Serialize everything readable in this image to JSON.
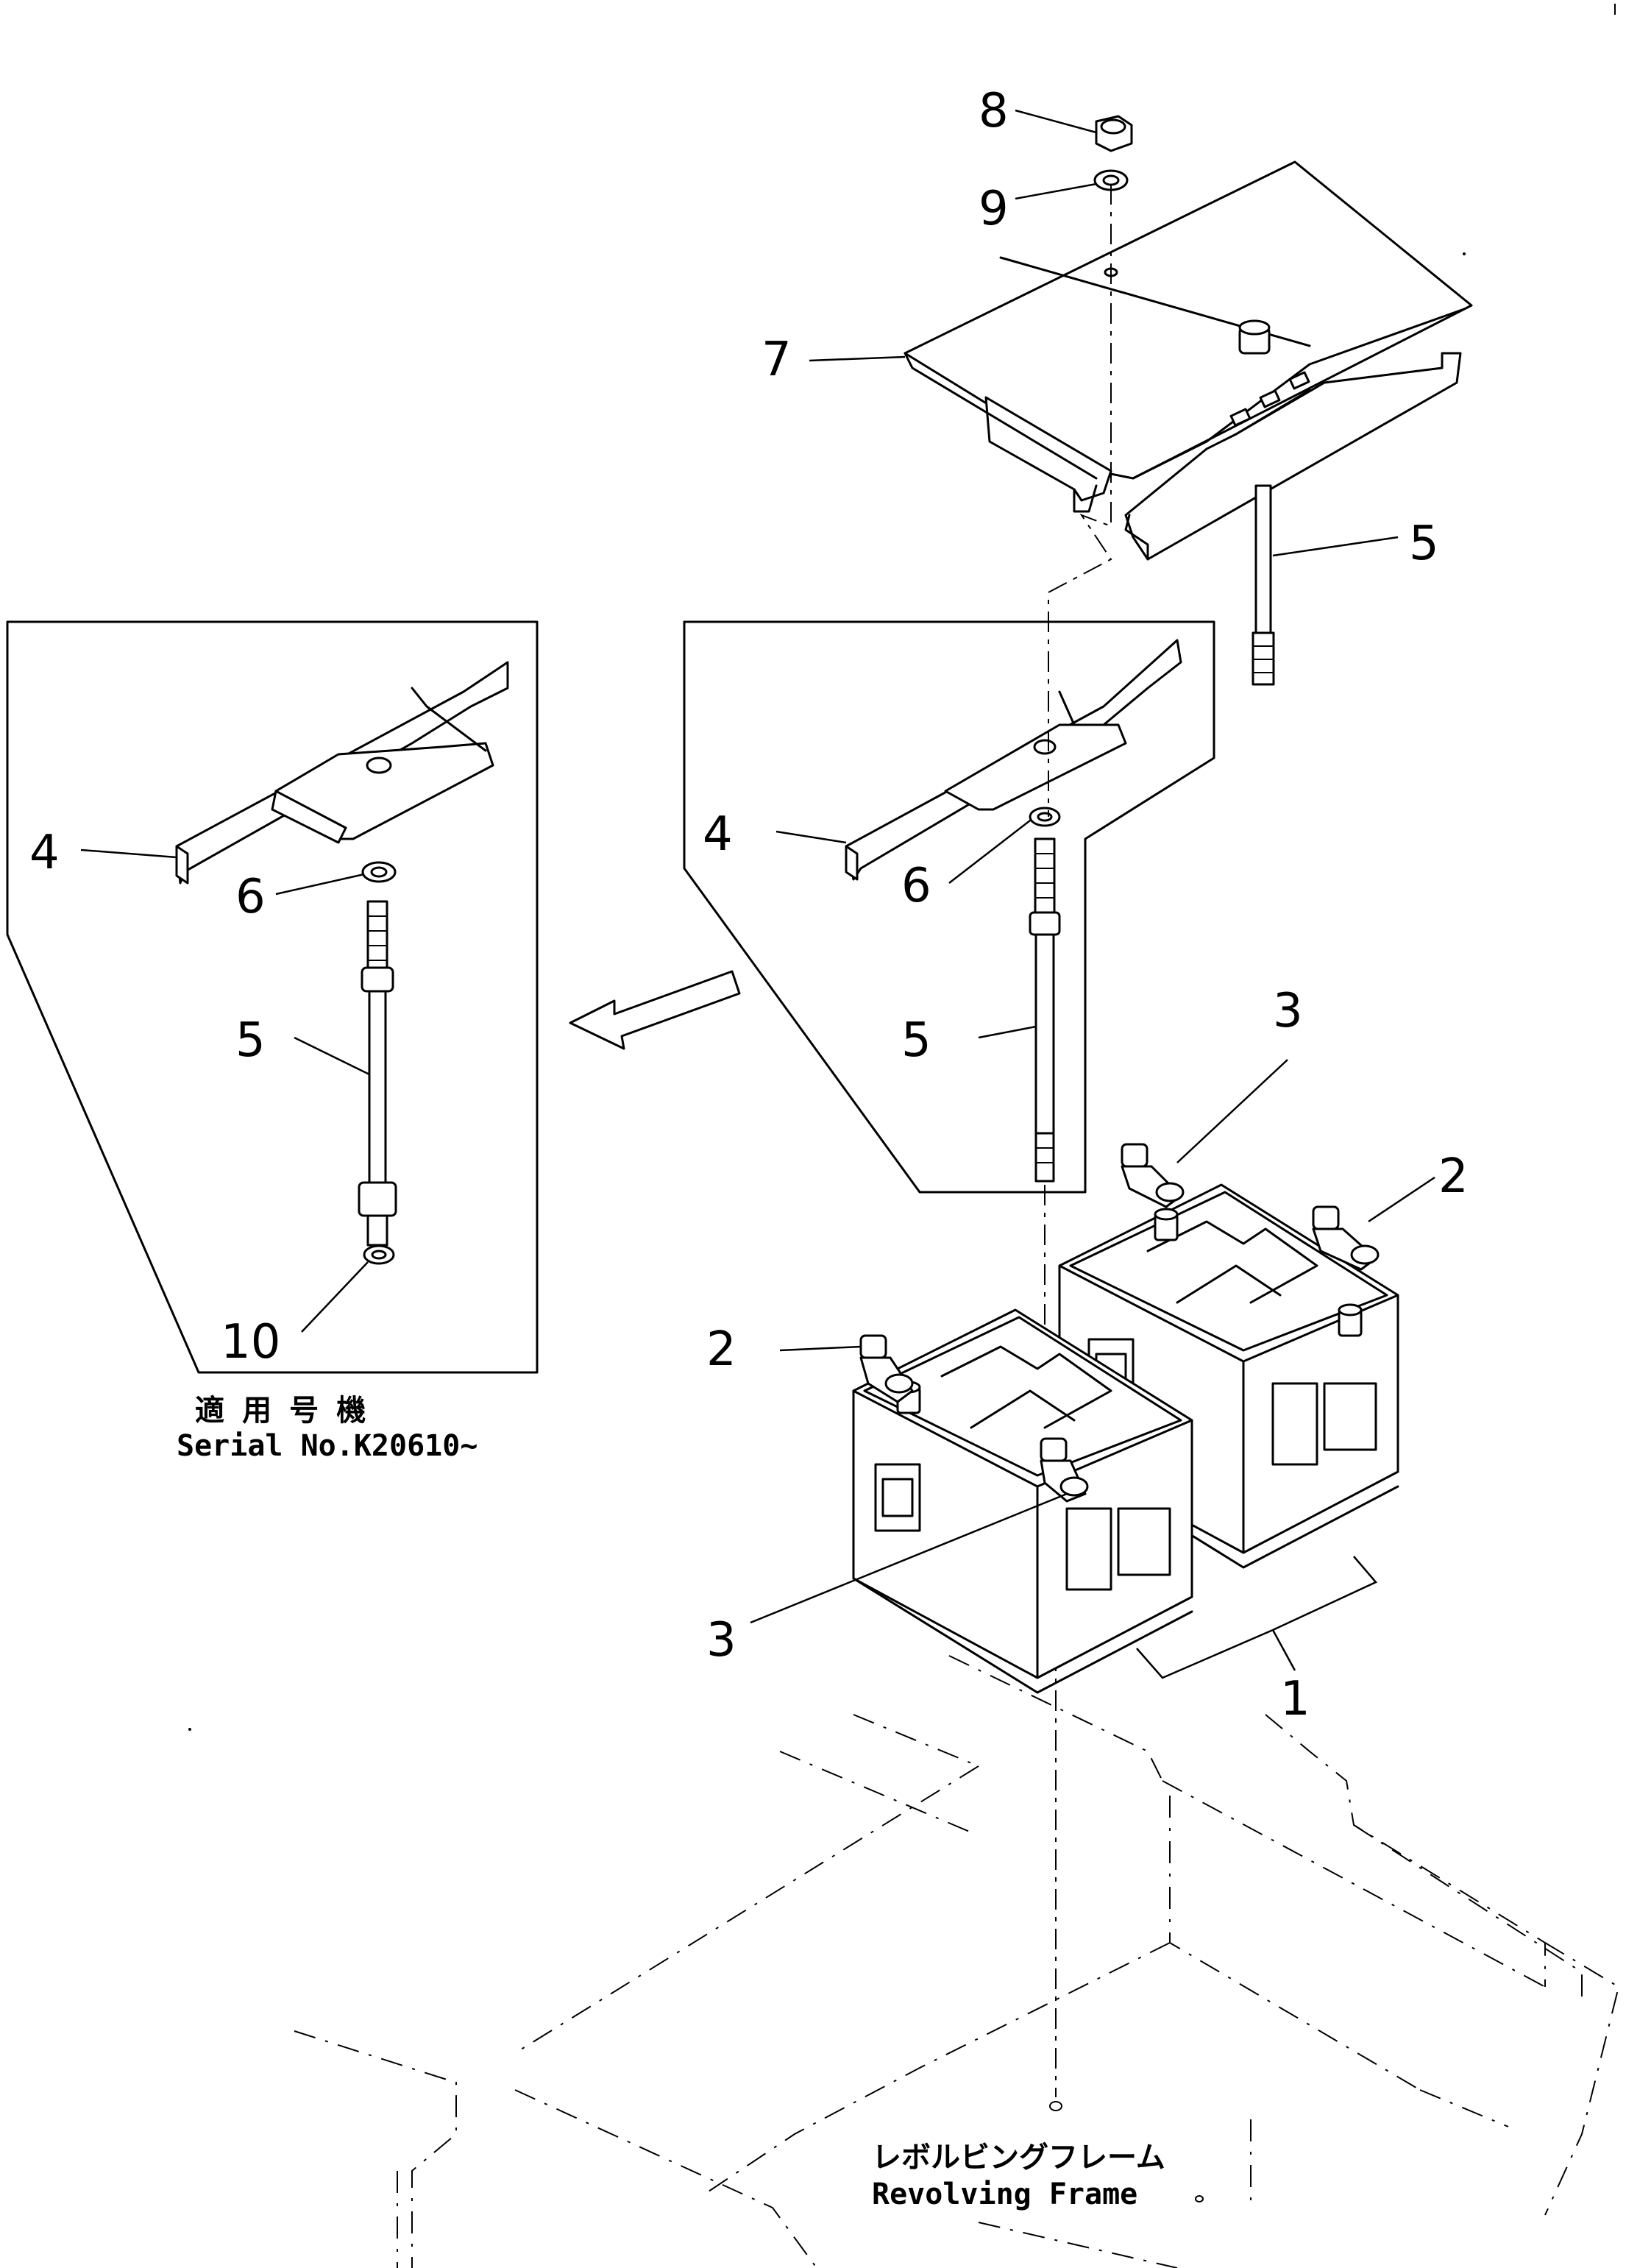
{
  "callouts": {
    "c1": "1",
    "c2a": "2",
    "c2b": "2",
    "c3a": "3",
    "c3b": "3",
    "c4a": "4",
    "c4b": "4",
    "c5a": "5",
    "c5b": "5",
    "c5c": "5",
    "c6a": "6",
    "c6b": "6",
    "c7": "7",
    "c8": "8",
    "c9": "9",
    "c10": "10"
  },
  "serial_note": {
    "jp": "適 用 号 機",
    "en": "Serial No.K20610~"
  },
  "frame_label": {
    "jp": "レボルビングフレーム",
    "en": "Revolving Frame"
  }
}
